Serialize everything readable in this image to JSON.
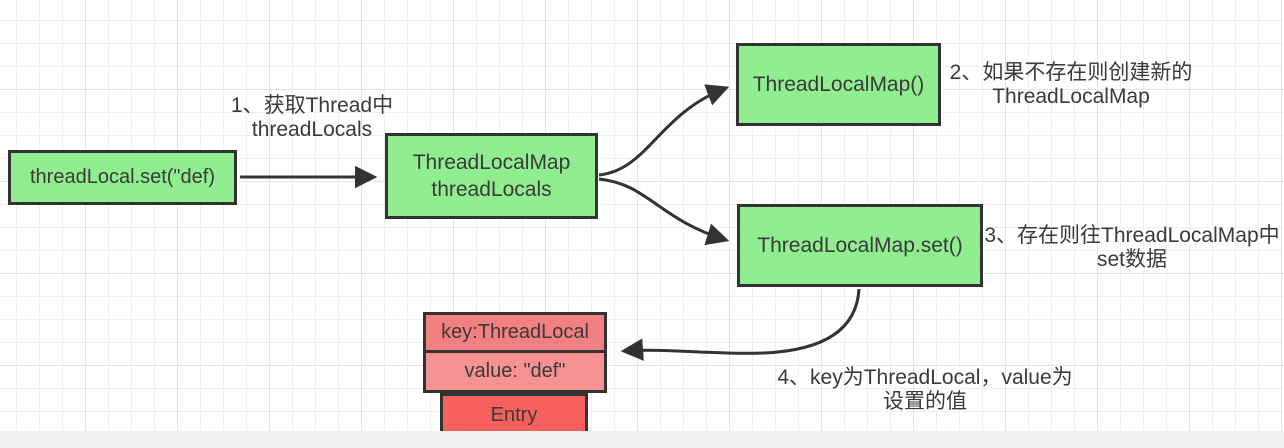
{
  "colors": {
    "node_fill": "#90ee90",
    "node_border": "#333333",
    "key_fill": "#f28080",
    "value_fill": "#f69292",
    "entry_fill": "#f7605c",
    "arrow": "#333333",
    "text": "#3a3a3a",
    "grid_minor": "#efefef",
    "grid_major": "#e4e4e4",
    "page_edge": "#f1f1f1"
  },
  "nodes": {
    "set_call": {
      "label": "threadLocal.set(\"def)"
    },
    "thread_locals": {
      "line1": "ThreadLocalMap",
      "line2": "threadLocals"
    },
    "map_constructor": {
      "label": "ThreadLocalMap()"
    },
    "map_set": {
      "label": "ThreadLocalMap.set()"
    },
    "entry_key": {
      "label": "key:ThreadLocal"
    },
    "entry_value": {
      "label": "value: \"def\""
    },
    "entry": {
      "label": "Entry"
    }
  },
  "annotations": {
    "step1": {
      "line1": "1、获取Thread中",
      "line2": "threadLocals"
    },
    "step2": {
      "line1": "2、如果不存在则创建新的",
      "line2": "ThreadLocalMap"
    },
    "step3": {
      "line1": "3、存在则往ThreadLocalMap中",
      "line2": "set数据"
    },
    "step4": {
      "line1": "4、key为ThreadLocal，value为",
      "line2": "设置的值"
    }
  }
}
